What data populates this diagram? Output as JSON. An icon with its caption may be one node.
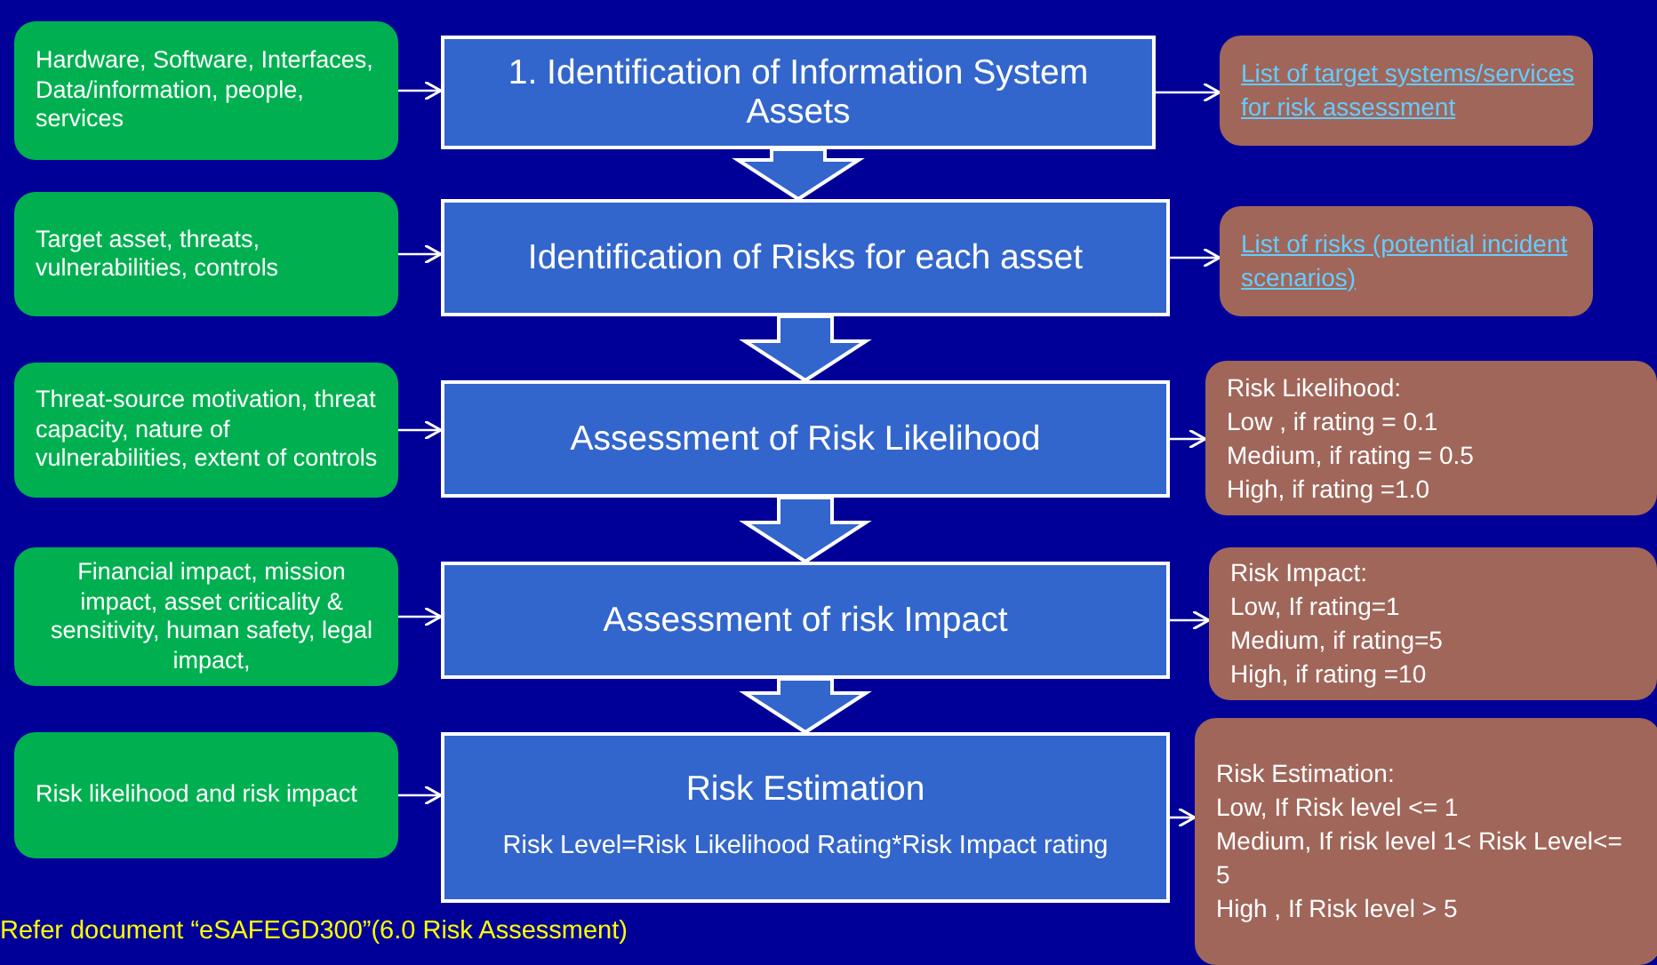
{
  "diagram": {
    "nodes": [
      {
        "text": [
          "Hardware, Software, Interfaces, Data/information, people, services"
        ]
      },
      {
        "text": [
          "1. Identification of Information System Assets"
        ]
      },
      {
        "text": [
          "List of target systems/services for risk assessment"
        ]
      },
      {
        "text": [
          "Target asset, threats, vulnerabilities, controls"
        ]
      },
      {
        "text": [
          "Identification of Risks for each asset"
        ]
      },
      {
        "text": [
          "List of risks (potential incident scenarios)"
        ]
      },
      {
        "text": [
          "Threat-source motivation, threat capacity, nature of vulnerabilities,  extent of controls"
        ]
      },
      {
        "text": [
          "Assessment of Risk Likelihood"
        ]
      },
      {
        "text": [
          "Risk Likelihood:",
          "Low , if rating = 0.1",
          "Medium, if rating = 0.5",
          "High, if rating =1.0"
        ]
      },
      {
        "text": [
          "Financial impact, mission impact, asset criticality & sensitivity, human safety, legal impact,"
        ]
      },
      {
        "text": [
          "Assessment of risk Impact"
        ]
      },
      {
        "text": [
          "Risk Impact:",
          "Low, If rating=1",
          "Medium, if rating=5",
          "High, if rating =10"
        ]
      },
      {
        "text": [
          "Risk likelihood and risk impact"
        ]
      },
      {
        "text": [
          "Risk Estimation",
          "Risk Level=Risk Likelihood Rating*Risk Impact rating"
        ]
      },
      {
        "text": [
          "Risk Estimation:",
          "Low, If  Risk level <= 1",
          "Medium, If risk level  1< Risk Level<= 5",
          "High , If Risk level > 5"
        ]
      }
    ],
    "edges": [
      {
        "from": 0,
        "to": 1,
        "arrow": "to"
      },
      {
        "from": 1,
        "to": 2,
        "arrow": "to"
      },
      {
        "from": 1,
        "to": 4,
        "arrow": "to",
        "style": "thick"
      },
      {
        "from": 3,
        "to": 4,
        "arrow": "to"
      },
      {
        "from": 4,
        "to": 5,
        "arrow": "to"
      },
      {
        "from": 4,
        "to": 7,
        "arrow": "to",
        "style": "thick"
      },
      {
        "from": 6,
        "to": 7,
        "arrow": "to"
      },
      {
        "from": 7,
        "to": 8,
        "arrow": "to"
      },
      {
        "from": 7,
        "to": 10,
        "arrow": "to",
        "style": "thick"
      },
      {
        "from": 9,
        "to": 10,
        "arrow": "to"
      },
      {
        "from": 10,
        "to": 11,
        "arrow": "to"
      },
      {
        "from": 10,
        "to": 13,
        "arrow": "to",
        "style": "thick"
      },
      {
        "from": 12,
        "to": 13,
        "arrow": "to"
      },
      {
        "from": 13,
        "to": 14,
        "arrow": "to"
      }
    ],
    "caption": "Refer document “eSAFEGD300”(6.0 Risk Assessment)"
  }
}
